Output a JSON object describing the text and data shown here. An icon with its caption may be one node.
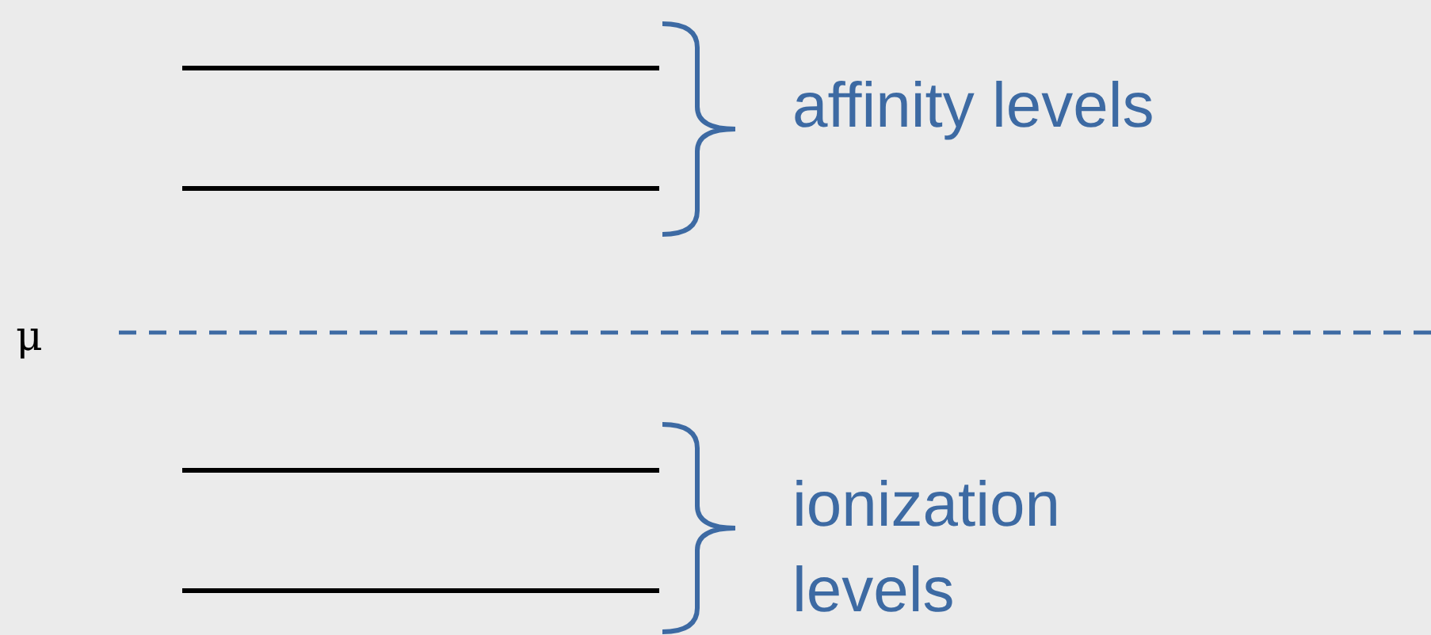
{
  "diagram": {
    "labels": [
      "affinity levels",
      "μ",
      "ionization levels"
    ]
  }
}
